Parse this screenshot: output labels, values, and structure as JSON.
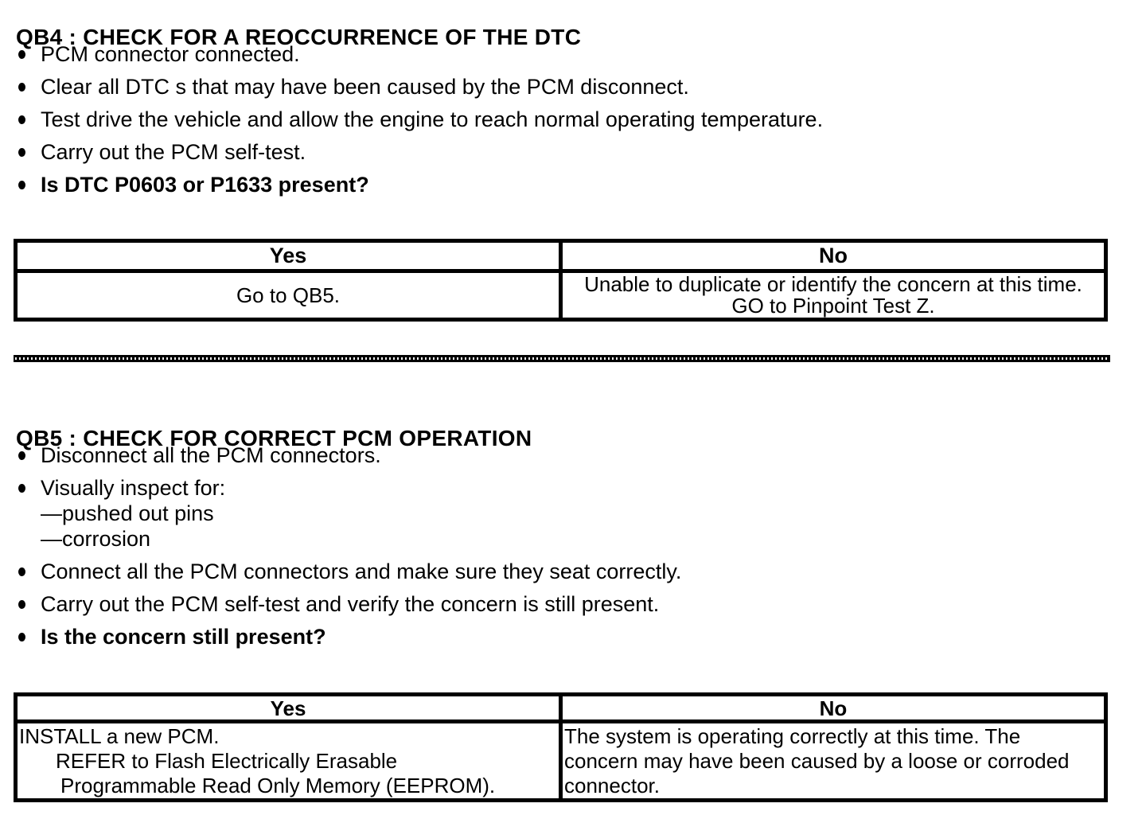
{
  "colors": {
    "ink": "#000000",
    "paper": "#ffffff"
  },
  "qb4": {
    "title": "QB4 : CHECK FOR A REOCCURRENCE OF THE DTC",
    "steps": [
      {
        "text": "PCM connector connected."
      },
      {
        "text": "Clear all DTC s that may have been caused by the PCM disconnect."
      },
      {
        "text": "Test drive the vehicle and allow the engine to reach normal operating temperature."
      },
      {
        "text": "Carry out the PCM self-test."
      },
      {
        "text": "Is DTC P0603 or P1633 present?"
      }
    ],
    "table": {
      "headers": [
        "Yes",
        "No"
      ],
      "yes_lines": [
        "Go to QB5."
      ],
      "no_lines": [
        "Unable to duplicate or identify the concern at this time.",
        "GO to Pinpoint Test Z."
      ]
    }
  },
  "qb5": {
    "title": "QB5 : CHECK FOR CORRECT PCM OPERATION",
    "steps": [
      {
        "text": "Disconnect all the PCM connectors."
      },
      {
        "text": "Visually inspect for:",
        "sub": [
          "—pushed out pins",
          "—corrosion"
        ]
      },
      {
        "text": "Connect all the PCM connectors and make sure they seat correctly."
      },
      {
        "text": "Carry out the PCM self-test and verify the concern is still present."
      },
      {
        "text": "Is the concern still present?"
      }
    ],
    "table": {
      "headers": [
        "Yes",
        "No"
      ],
      "yes_lines": [
        "INSTALL a new PCM.",
        "REFER to Flash Electrically Erasable",
        "Programmable Read Only Memory (EEPROM)."
      ],
      "no_lines": [
        "The system is operating correctly at this time. The",
        "concern may have been caused by a loose or corroded",
        "connector."
      ]
    }
  }
}
